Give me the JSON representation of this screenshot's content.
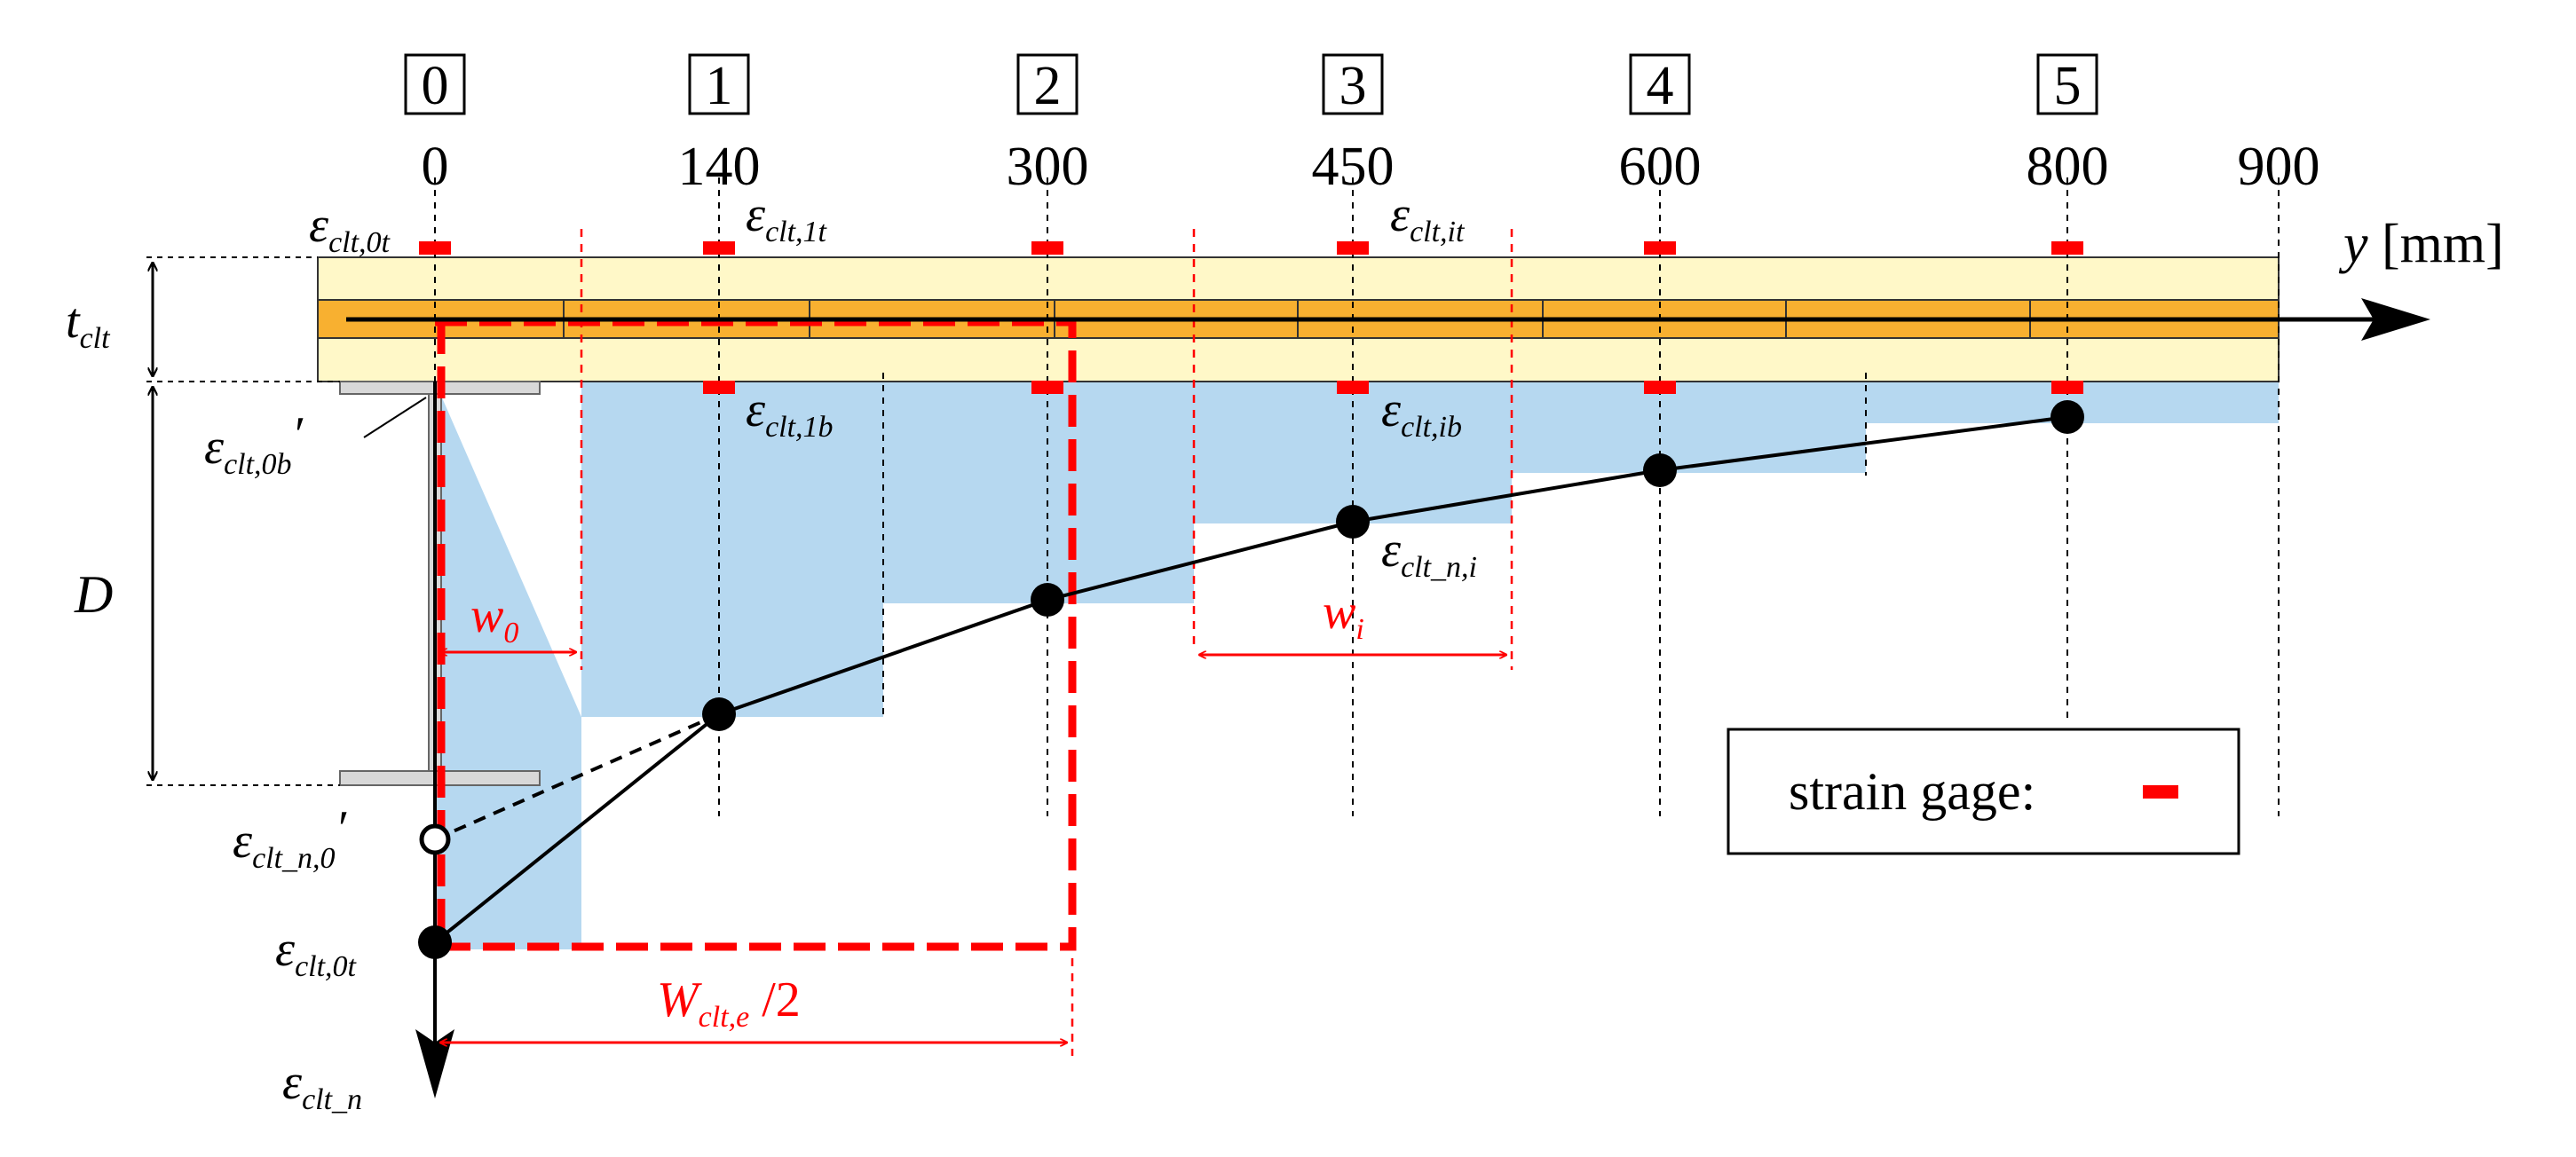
{
  "sections": [
    {
      "id": "0",
      "y": "0"
    },
    {
      "id": "1",
      "y": "140"
    },
    {
      "id": "2",
      "y": "300"
    },
    {
      "id": "3",
      "y": "450"
    },
    {
      "id": "4",
      "y": "600"
    },
    {
      "id": "5",
      "y": "800"
    }
  ],
  "extra_tick": "900",
  "axis": {
    "var": "y",
    "unit": "[mm]",
    "vertical_symbol": "ε",
    "vertical_sub": "clt_n"
  },
  "labels": {
    "eps": "ε",
    "clt0t_top_sub": "clt,0t",
    "clt1t_sub": "clt,1t",
    "cltit_sub": "clt,it",
    "clt1b_sub": "clt,1b",
    "cltib_sub": "clt,ib",
    "clt0b_sub": "clt,0b",
    "clt0b_prime": "′",
    "cltni_sub": "clt_n,i",
    "cltn0_sub": "clt_n,0",
    "cltn0_prime": "′",
    "clt0t_bottom_sub": "clt,0t",
    "t_sym": "t",
    "t_sub": "clt",
    "D": "D",
    "w0_sym": "w",
    "w0_sub": "0",
    "wi_sym": "w",
    "wi_sub": "i",
    "W_sym": "W",
    "W_sub": "clt,e",
    "W_suffix": " /2"
  },
  "legend": {
    "label": "strain gage:"
  },
  "colors": {
    "slab_light": "#fff8c8",
    "slab_core": "#f8b030",
    "distribution": "#b6d8f0",
    "gage": "#ff0000",
    "steel": "#d8d8d8"
  }
}
